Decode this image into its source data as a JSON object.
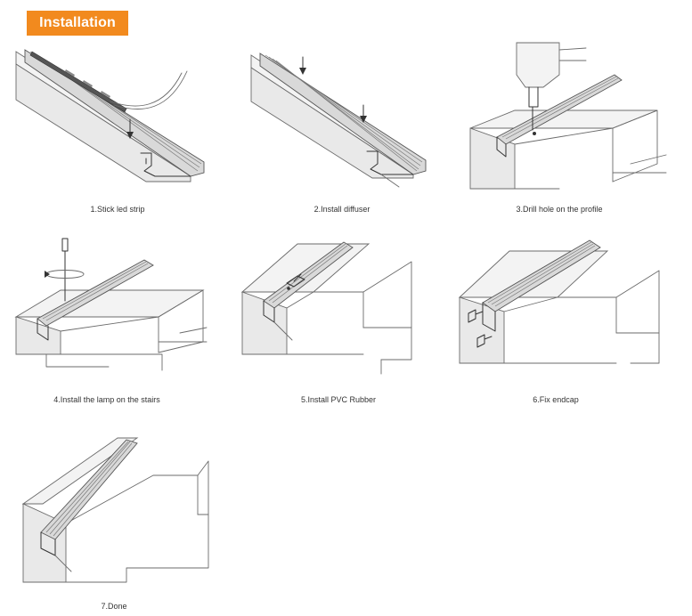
{
  "header": {
    "title": "Installation",
    "bg_color": "#f28a1e",
    "text_color": "#ffffff"
  },
  "steps": [
    {
      "label": "1.Stick led strip"
    },
    {
      "label": "2.Install diffuser"
    },
    {
      "label": "3.Drill hole on the profile"
    },
    {
      "label": "4.Install the lamp on the stairs"
    },
    {
      "label": "5.Install PVC Rubber"
    },
    {
      "label": "6.Fix endcap"
    },
    {
      "label": "7.Done"
    }
  ]
}
